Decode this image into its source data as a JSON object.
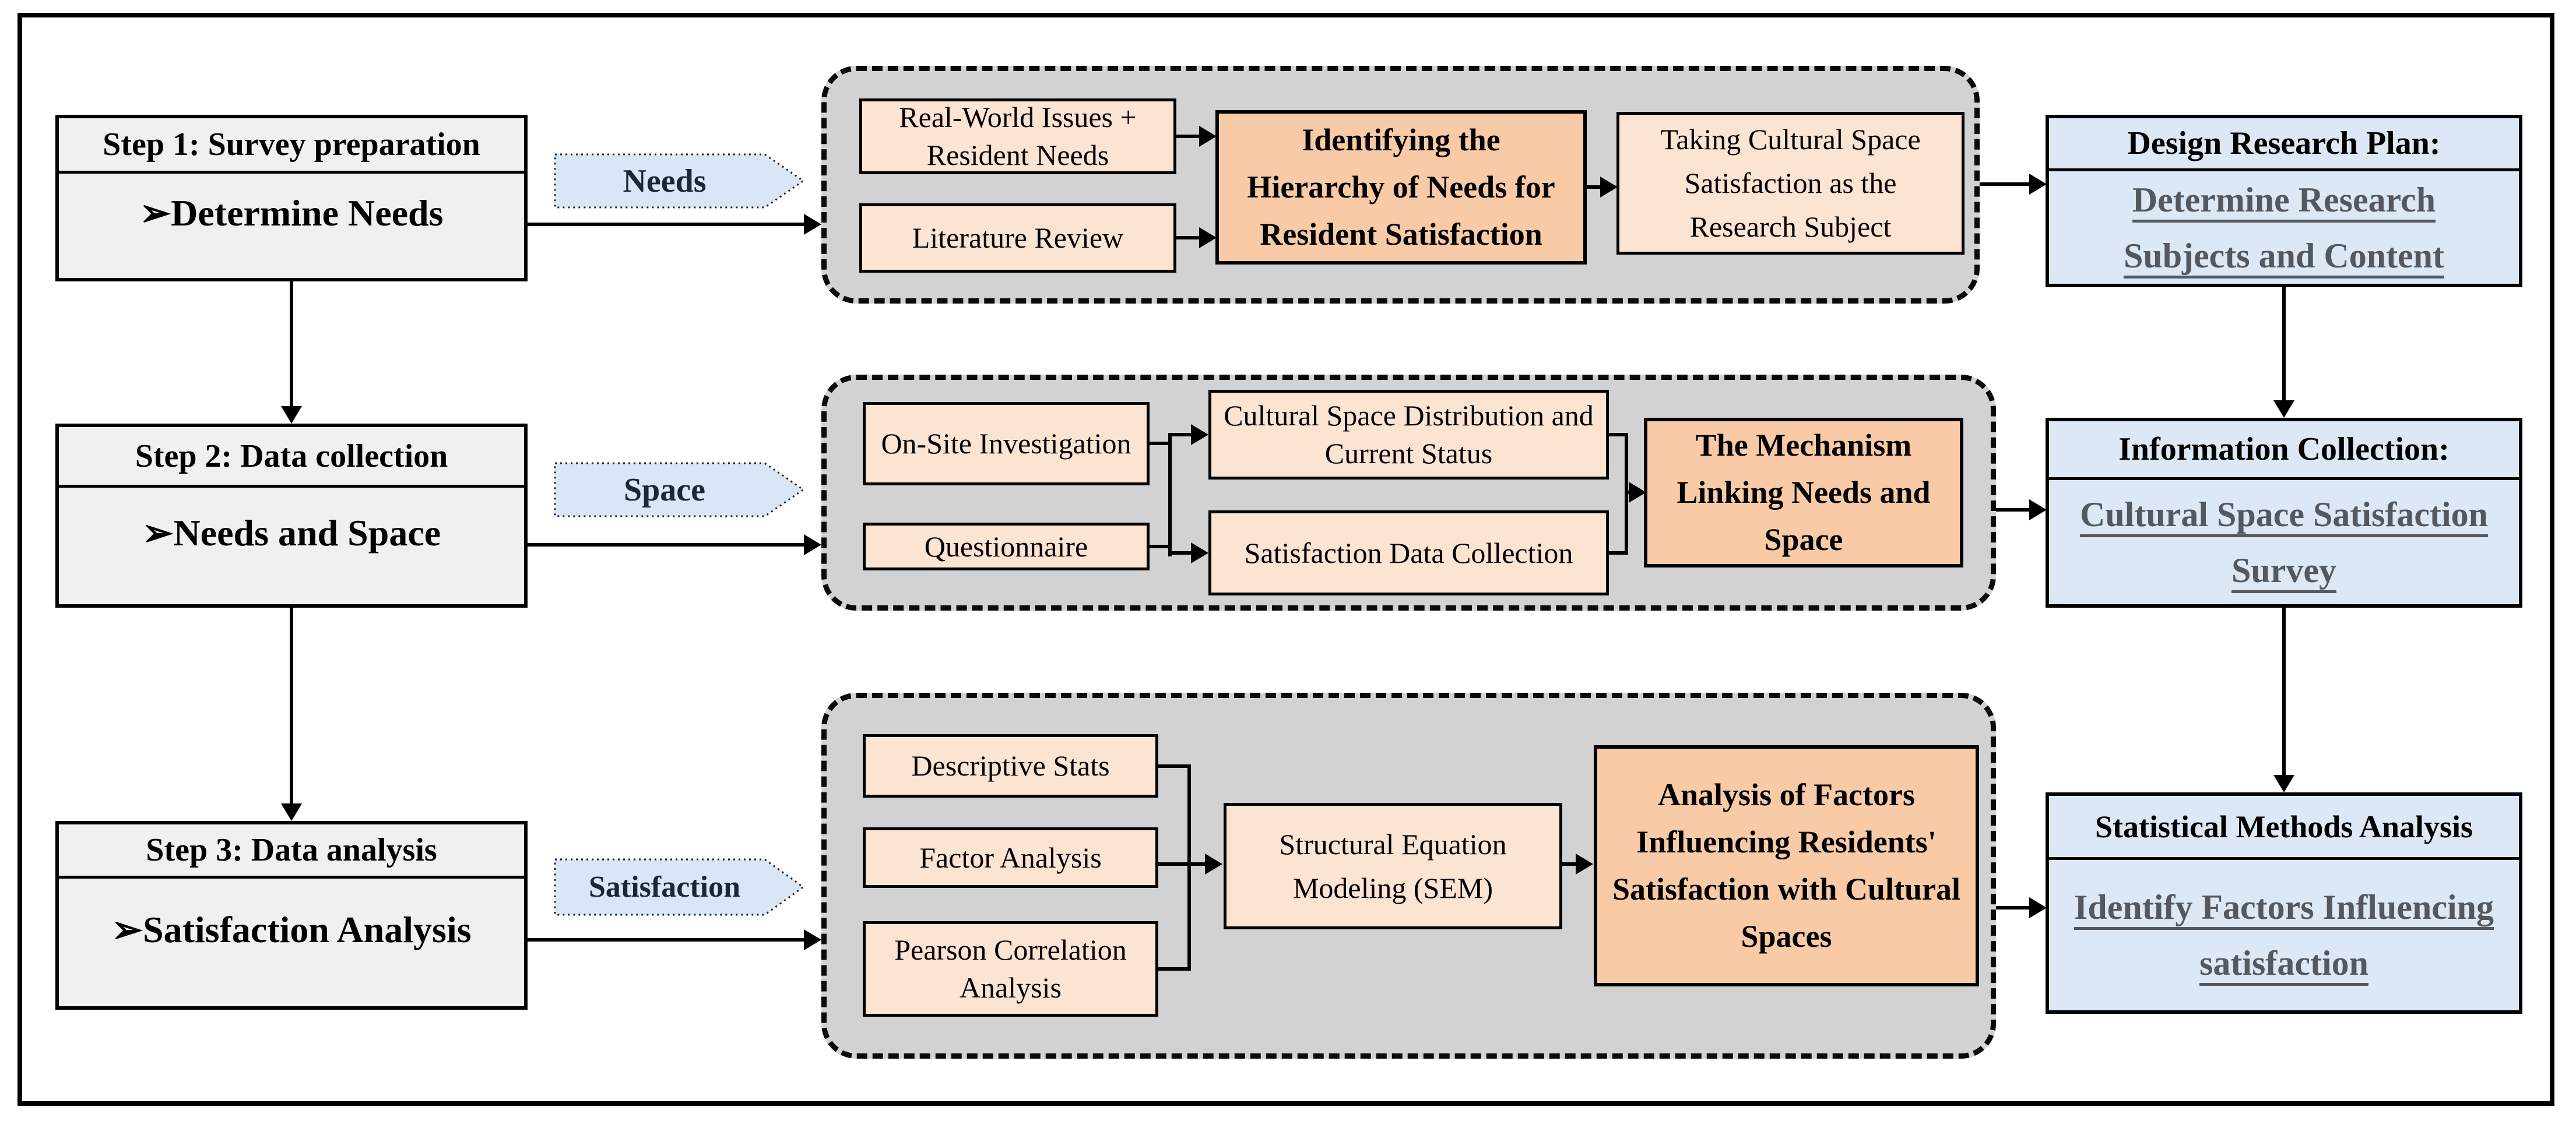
{
  "steps": [
    {
      "header": "Step 1: Survey preparation",
      "body": "➢Determine Needs"
    },
    {
      "header": "Step 2: Data collection",
      "body": "➢Needs and Space"
    },
    {
      "header": "Step 3: Data analysis",
      "body": "➢Satisfaction Analysis"
    }
  ],
  "flow_labels": [
    "Needs",
    "Space",
    "Satisfaction"
  ],
  "phases": [
    {
      "inputs": [
        "Real-World Issues + Resident Needs",
        "Literature Review"
      ],
      "process": "Identifying the Hierarchy of Needs for Resident Satisfaction",
      "output": "Taking Cultural Space Satisfaction as the Research Subject"
    },
    {
      "inputs": [
        "On-Site Investigation",
        "Questionnaire"
      ],
      "middle": [
        "Cultural Space Distribution and Current Status",
        "Satisfaction Data Collection"
      ],
      "process": "The Mechanism Linking Needs and Space"
    },
    {
      "inputs": [
        "Descriptive Stats",
        "Factor Analysis",
        "Pearson Correlation Analysis"
      ],
      "middle": [
        "Structural Equation Modeling (SEM)"
      ],
      "process": "Analysis of Factors Influencing Residents' Satisfaction with Cultural Spaces"
    }
  ],
  "outcomes": [
    {
      "header": "Design Research Plan:",
      "body": "Determine Research Subjects and Content"
    },
    {
      "header": "Information Collection:",
      "body": "Cultural Space Satisfaction Survey"
    },
    {
      "header": "Statistical Methods Analysis",
      "body": "Identify Factors Influencing satisfaction"
    }
  ],
  "colors": {
    "page_bg": "#ffffff",
    "frame_border": "#000000",
    "step_fill": "#f0f0f0",
    "container_fill": "#d2d2d2",
    "input_fill": "#fce4d3",
    "process_fill": "#f8cba6",
    "outcome_fill": "#dde8f6",
    "label_fill": "#d9e6f5",
    "label_text": "#1c2733",
    "outcome_body_text": "#55585e"
  }
}
